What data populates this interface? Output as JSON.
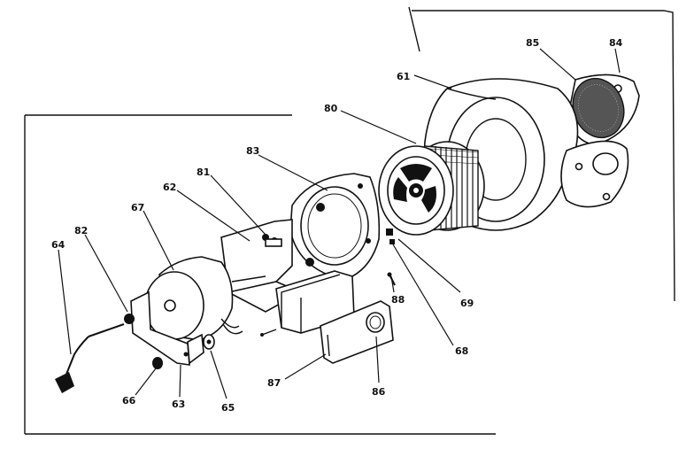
{
  "callouts": [
    "84",
    "85",
    "61",
    "80",
    "83",
    "81",
    "62",
    "67",
    "82",
    "64",
    "88",
    "69",
    "68",
    "87",
    "86",
    "66",
    "63",
    "65"
  ],
  "part_names": [
    "housing-cover-icon",
    "grille-icon",
    "blower-housing-icon",
    "blower-wheel-icon",
    "motor-mount-bracket-icon",
    "mounting-bracket-icon",
    "motor-plate-icon",
    "motor-icon",
    "switch-icon",
    "power-cord-icon",
    "screw-icon",
    "clip-icon",
    "nut-icon",
    "control-box-icon",
    "knob-icon",
    "cord-bushing-icon",
    "base-bracket-icon",
    "grommet-icon"
  ]
}
